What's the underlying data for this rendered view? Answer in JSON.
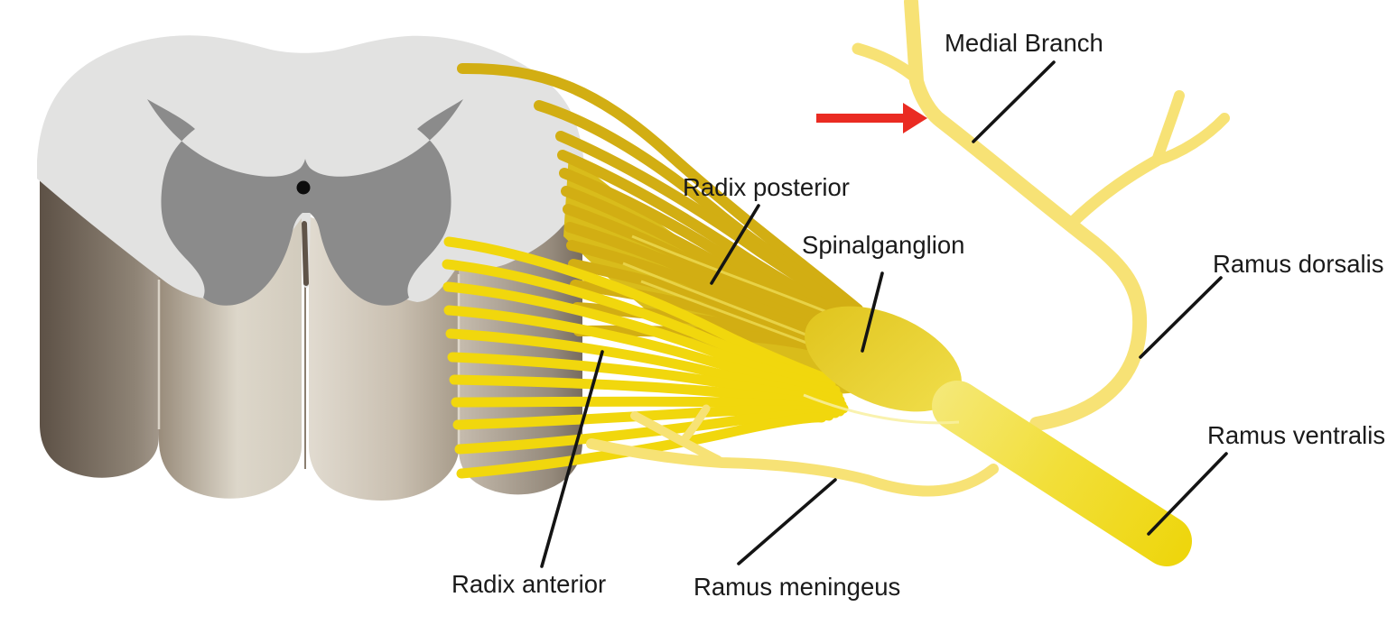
{
  "figure": {
    "kind": "anatomical-diagram",
    "subject": "Spinal cord cross-section with spinal nerve roots and rami",
    "labels": {
      "medial_branch": "Medial Branch",
      "radix_posterior": "Radix posterior",
      "spinalganglion": "Spinalganglion",
      "ramus_dorsalis": "Ramus dorsalis",
      "ramus_ventralis": "Ramus ventralis",
      "radix_anterior": "Radix anterior",
      "ramus_meningeus": "Ramus meningeus"
    },
    "colors": {
      "background": "#ffffff",
      "label_text": "#1a1a1a",
      "pointer_line": "#141414",
      "arrow_red": "#ea2b22",
      "nerve_yellow_bright": "#f1d70d",
      "nerve_yellow_gold": "#d2ae13",
      "nerve_yellow_pale": "#f7e275",
      "cord_face_gray": "#e2e2e1",
      "gray_matter": "#8b8b8b",
      "central_canal": "#0d0d0d",
      "cord_body_dark": "#5d5146",
      "cord_body_light": "#ddd7ca"
    }
  }
}
